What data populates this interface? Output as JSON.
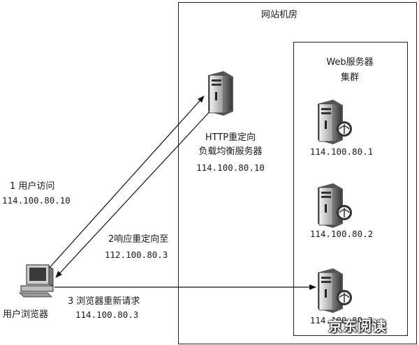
{
  "datacenter": {
    "label": "网站机房"
  },
  "cluster": {
    "label_line1": "Web服务器",
    "label_line2": "集群"
  },
  "load_balancer": {
    "label_line1": "HTTP重定向",
    "label_line2": "负载均衡服务器",
    "ip": "114.100.80.10"
  },
  "servers": [
    {
      "ip": "114.100.80.1"
    },
    {
      "ip": "114.100.80.2"
    },
    {
      "ip": "114.100.80.3"
    }
  ],
  "client": {
    "label": "用户浏览器"
  },
  "steps": [
    {
      "label": "1 用户访问",
      "ip": "114.100.80.10"
    },
    {
      "label": "2响应重定向至",
      "ip": "112.100.80.3"
    },
    {
      "label": "3 浏览器重新请求",
      "ip": "114.100.80.3"
    }
  ],
  "watermark": "京东阅读"
}
